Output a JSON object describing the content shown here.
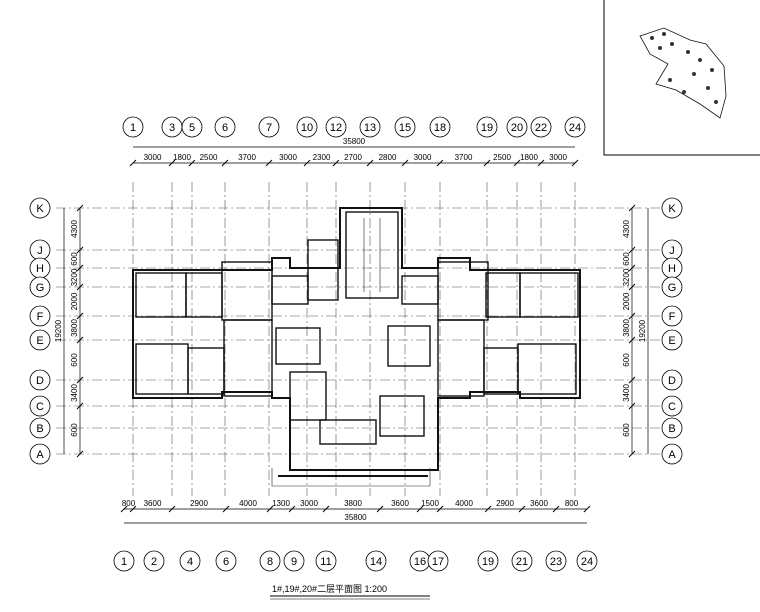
{
  "drawing": {
    "title": "1#,19#,20#二层平面图 1:200"
  },
  "top": {
    "axes": [
      "1",
      "3",
      "5",
      "6",
      "7",
      "10",
      "12",
      "13",
      "15",
      "18",
      "19",
      "20",
      "22",
      "24"
    ],
    "dims": [
      "3000",
      "1800",
      "2500",
      "3700",
      "3000",
      "2300",
      "2700",
      "2800",
      "3000",
      "3700",
      "2500",
      "1800",
      "3000"
    ],
    "total": "35800"
  },
  "bottom": {
    "axes": [
      "1",
      "2",
      "4",
      "6",
      "8",
      "9",
      "11",
      "14",
      "16",
      "17",
      "19",
      "21",
      "23",
      "24"
    ],
    "dims": [
      "800",
      "3600",
      "2900",
      "4000",
      "1300",
      "3000",
      "3800",
      "3600",
      "1500",
      "4000",
      "2900",
      "3600",
      "800"
    ],
    "total": "35800"
  },
  "rows": {
    "axes": [
      "K",
      "J",
      "H",
      "G",
      "F",
      "E",
      "D",
      "C",
      "B",
      "A"
    ],
    "dims": [
      "4300",
      "600",
      "3200",
      "2000",
      "3800",
      "600",
      "3400",
      "600"
    ],
    "total": "19200"
  }
}
